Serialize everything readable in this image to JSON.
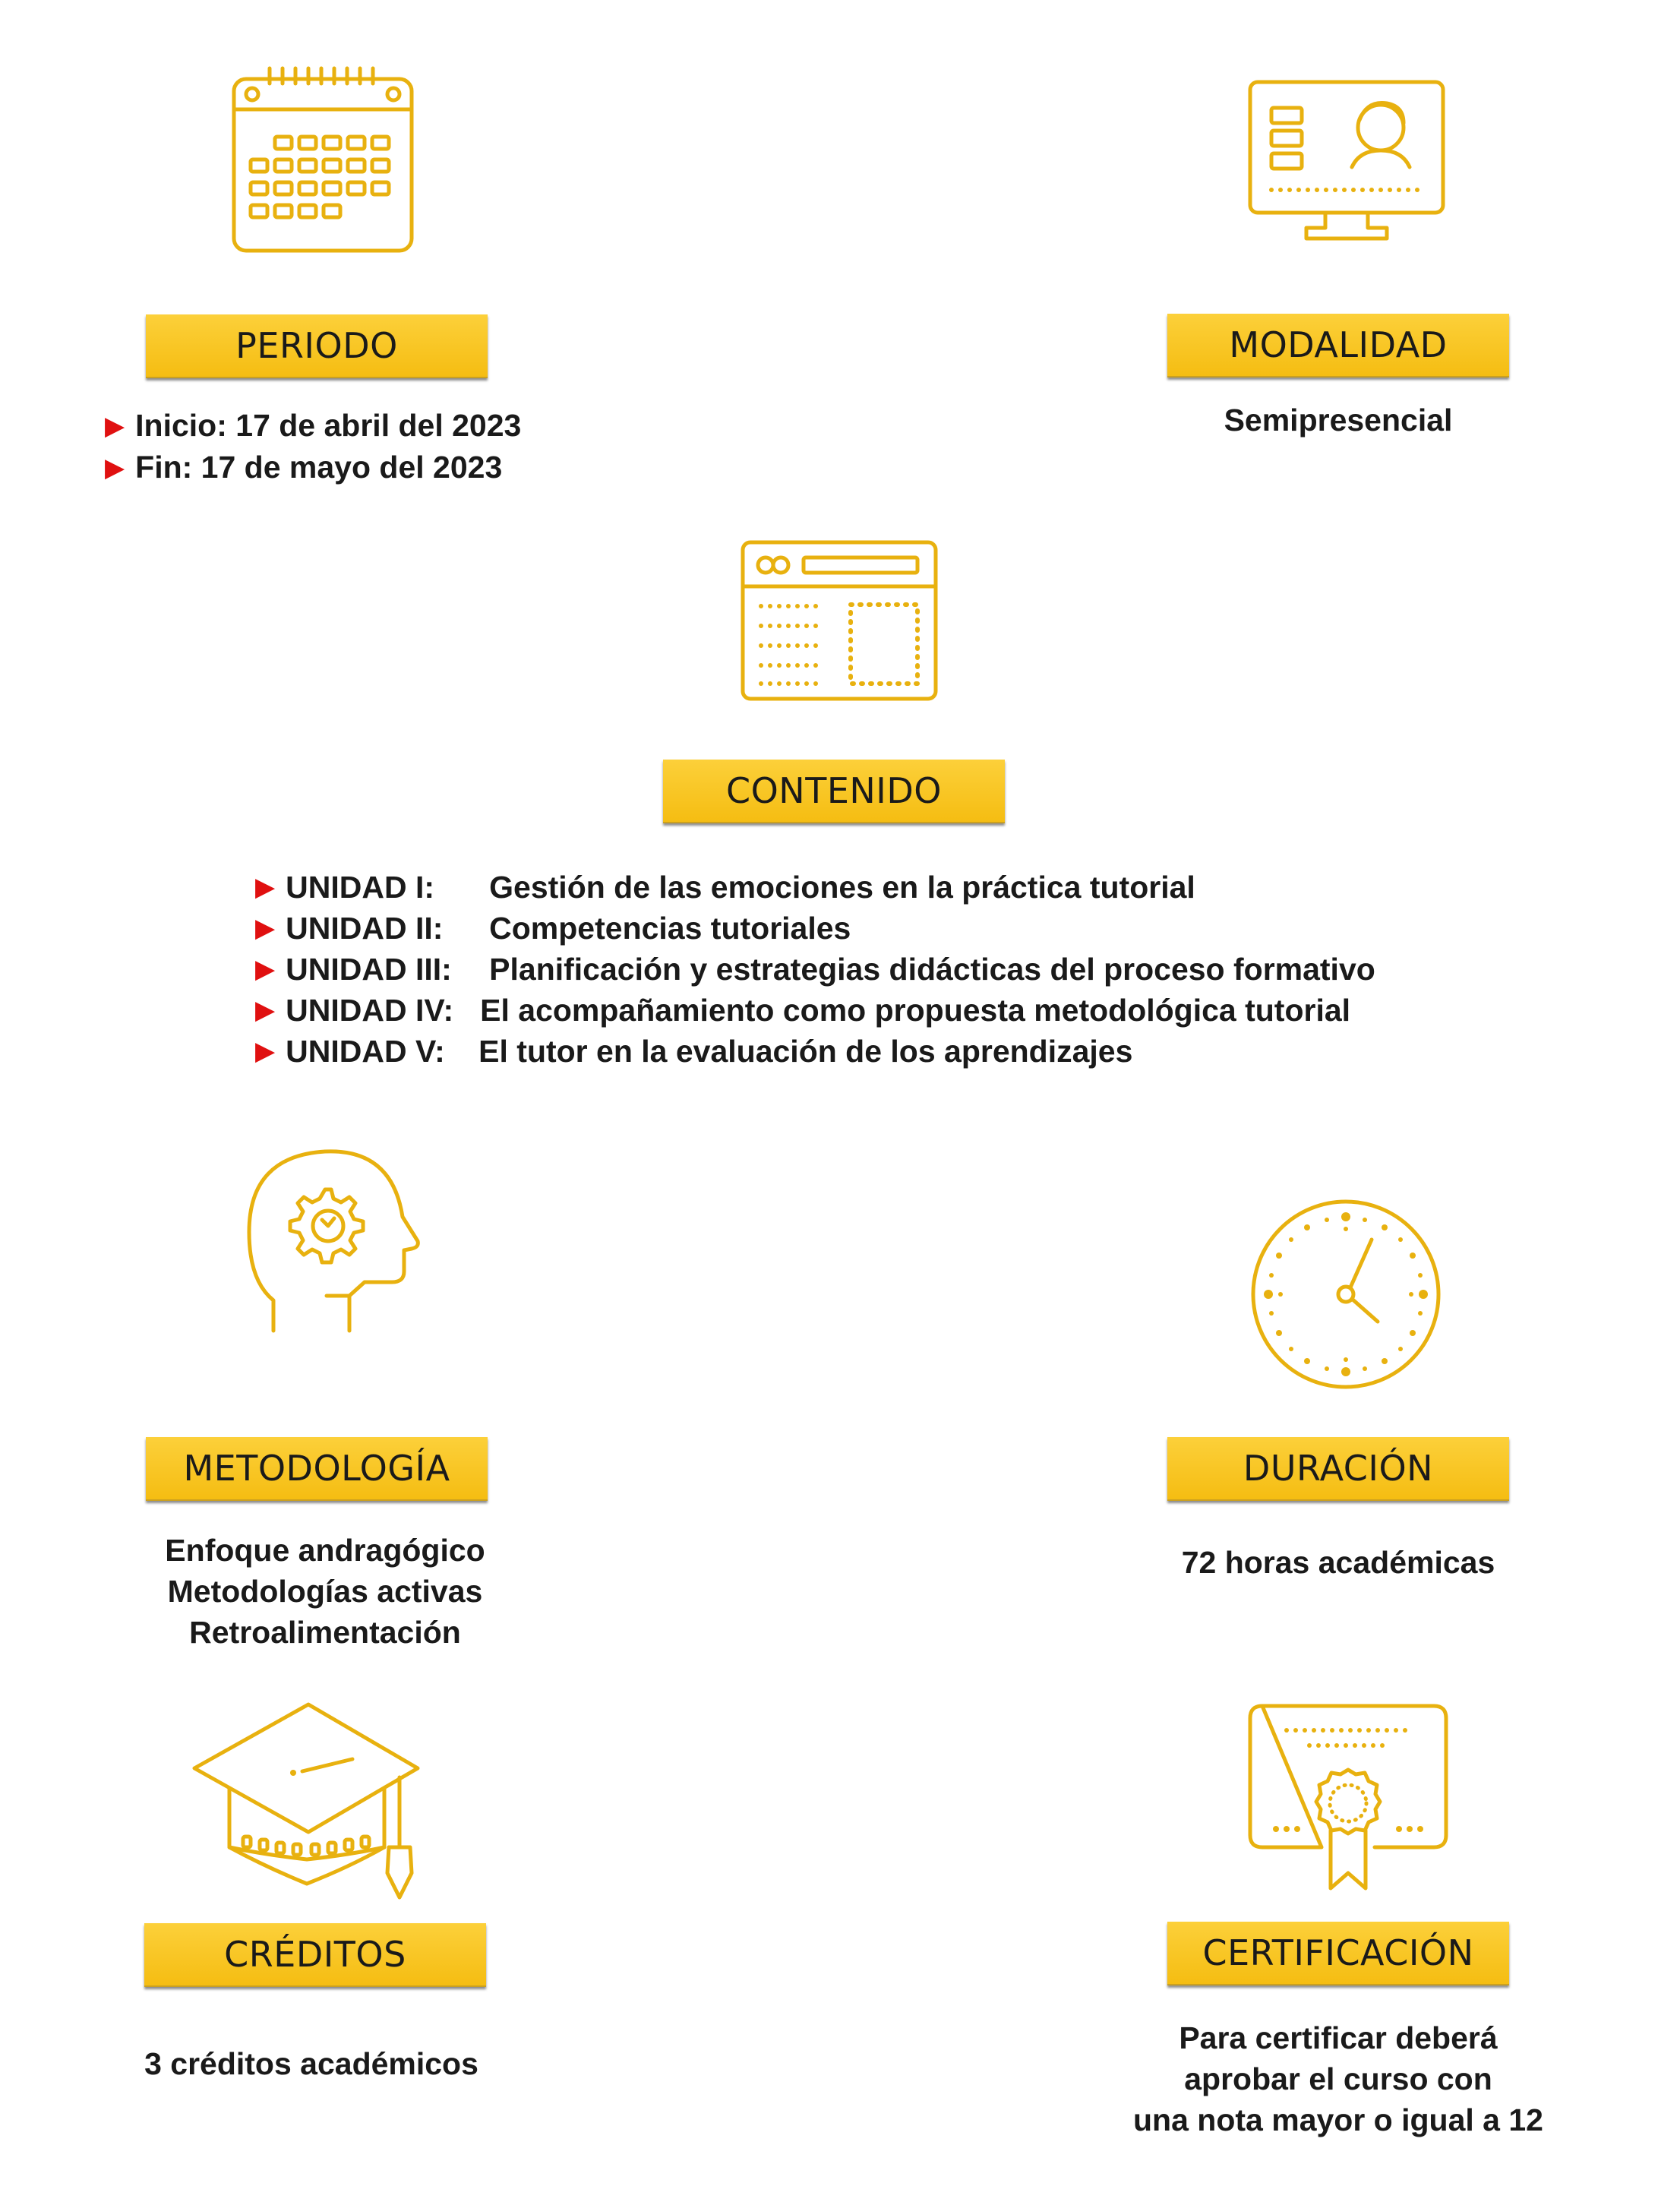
{
  "periodo": {
    "title": "PERIODO",
    "items": [
      "Inicio: 17 de abril del 2023",
      "Fin: 17 de mayo del 2023"
    ],
    "icon": "calendar-icon"
  },
  "modalidad": {
    "title": "MODALIDAD",
    "value": "Semipresencial",
    "icon": "monitor-person-icon"
  },
  "contenido": {
    "title": "CONTENIDO",
    "icon": "browser-window-icon",
    "units": [
      {
        "label": "UNIDAD I:",
        "text": "Gestión de las emociones en la práctica tutorial"
      },
      {
        "label": "UNIDAD II:",
        "text": "Competencias tutoriales"
      },
      {
        "label": "UNIDAD III:",
        "text": "Planificación y estrategias didácticas del proceso formativo"
      },
      {
        "label": "UNIDAD IV:",
        "text": "El acompañamiento como propuesta metodológica tutorial"
      },
      {
        "label": "UNIDAD V:",
        "text": "El tutor en la evaluación de los aprendizajes"
      }
    ]
  },
  "metodologia": {
    "title": "METODOLOGÍA",
    "icon": "head-gear-icon",
    "lines": [
      "Enfoque andragógico",
      "Metodologías activas",
      "Retroalimentación"
    ]
  },
  "duracion": {
    "title": "DURACIÓN",
    "icon": "clock-icon",
    "value": "72 horas académicas"
  },
  "creditos": {
    "title": "CRÉDITOS",
    "icon": "graduation-cap-icon",
    "value": "3 créditos académicos"
  },
  "certificacion": {
    "title": "CERTIFICACIÓN",
    "icon": "certificate-icon",
    "lines": [
      "Para certificar deberá",
      "aprobar el curso con",
      "una nota mayor o igual a 12"
    ]
  },
  "colors": {
    "accent": "#f7c21b",
    "icon": "#e8b10f",
    "bullet": "#e01010"
  }
}
